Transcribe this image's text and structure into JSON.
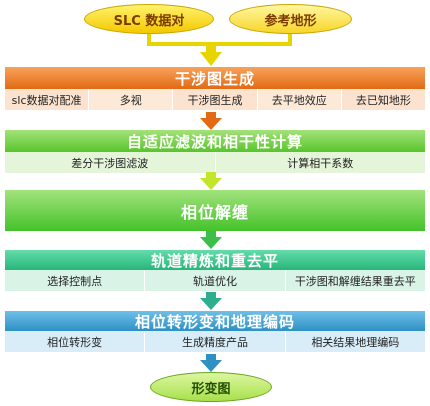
{
  "inputs": {
    "left": "SLC 数据对",
    "right": "参考地形"
  },
  "stages": [
    {
      "title": "干涉图生成",
      "items": [
        "slc数据对配准",
        "多视",
        "干涉图生成",
        "去平地效应",
        "去已知地形"
      ]
    },
    {
      "title": "自适应滤波和相干性计算",
      "items": [
        "差分干涉图滤波",
        "计算相干系数"
      ]
    },
    {
      "title": "相位解缠",
      "items": []
    },
    {
      "title": "轨道精炼和重去平",
      "items": [
        "选择控制点",
        "轨道优化",
        "干涉图和解缠结果重去平"
      ]
    },
    {
      "title": "相位转形变和地理编码",
      "items": [
        "相位转形变",
        "生成精度产品",
        "相关结果地理编码"
      ]
    }
  ],
  "output": "形变图",
  "colors": {
    "arrow": "#e8d400",
    "band_orange": "#e8781f",
    "band_green": "#5cc634",
    "band_teal": "#2fba80",
    "band_blue": "#3596c8"
  }
}
